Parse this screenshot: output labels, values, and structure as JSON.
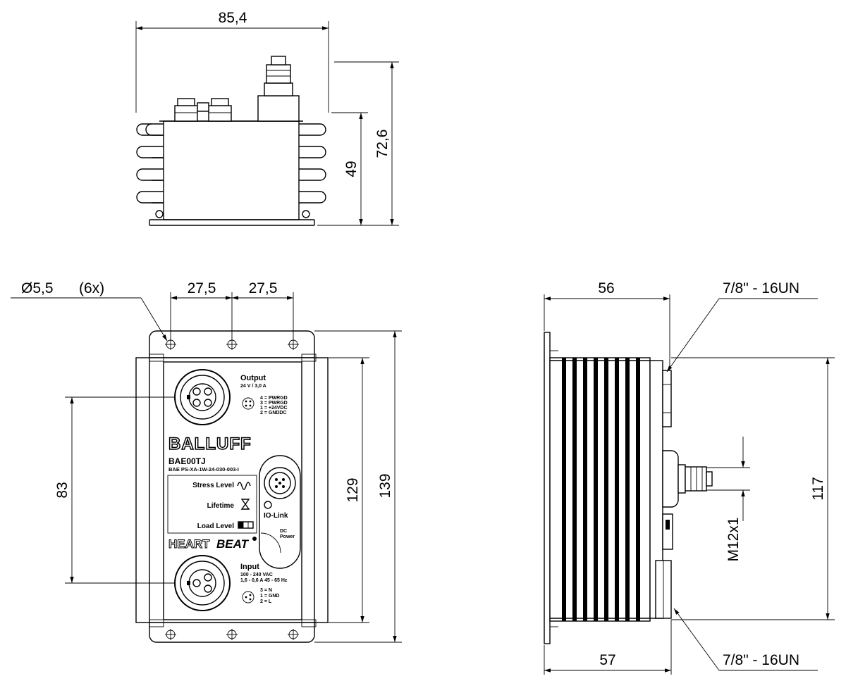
{
  "dimensions": {
    "top_width": "85,4",
    "top_height_total": "72,6",
    "top_height_body": "49",
    "hole_dia": "5,5",
    "hole_count": "(6x)",
    "hole_pitch_left": "27,5",
    "hole_pitch_right": "27,5",
    "front_height_inner": "129",
    "front_height_outer": "139",
    "connector_spacing": "83",
    "side_depth_top": "56",
    "side_depth_bottom": "57",
    "side_height": "117",
    "thread_top": "7/8\" - 16UN",
    "thread_bottom": "7/8\" - 16UN",
    "thread_m12": "M12x1"
  },
  "device": {
    "brand": "BALLUFF",
    "model": "BAE00TJ",
    "part_number": "BAE PS-XA-1W-24-030-003-I",
    "output_title": "Output",
    "output_rating": "24 V / 3,0 A",
    "output_pins": [
      "4 = PWRGD",
      "3 = PWRGD",
      "1 = +24VDC",
      "2 = GNDDC"
    ],
    "stress_label": "Stress Level",
    "lifetime_label": "Lifetime",
    "load_label": "Load Level",
    "iolink_label": "IO-Link",
    "heart": "HEART",
    "beat": "BEAT",
    "led_out": "DC",
    "led_power": "Power",
    "input_title": "Input",
    "input_rating_1": "100 - 240 VAC",
    "input_rating_2": "1,6 - 0,6 A   45 - 65 Hz",
    "input_pins": [
      "3 = N",
      "1 = GND",
      "2 = L"
    ]
  },
  "colors": {
    "line": "#000000",
    "background": "#ffffff"
  }
}
